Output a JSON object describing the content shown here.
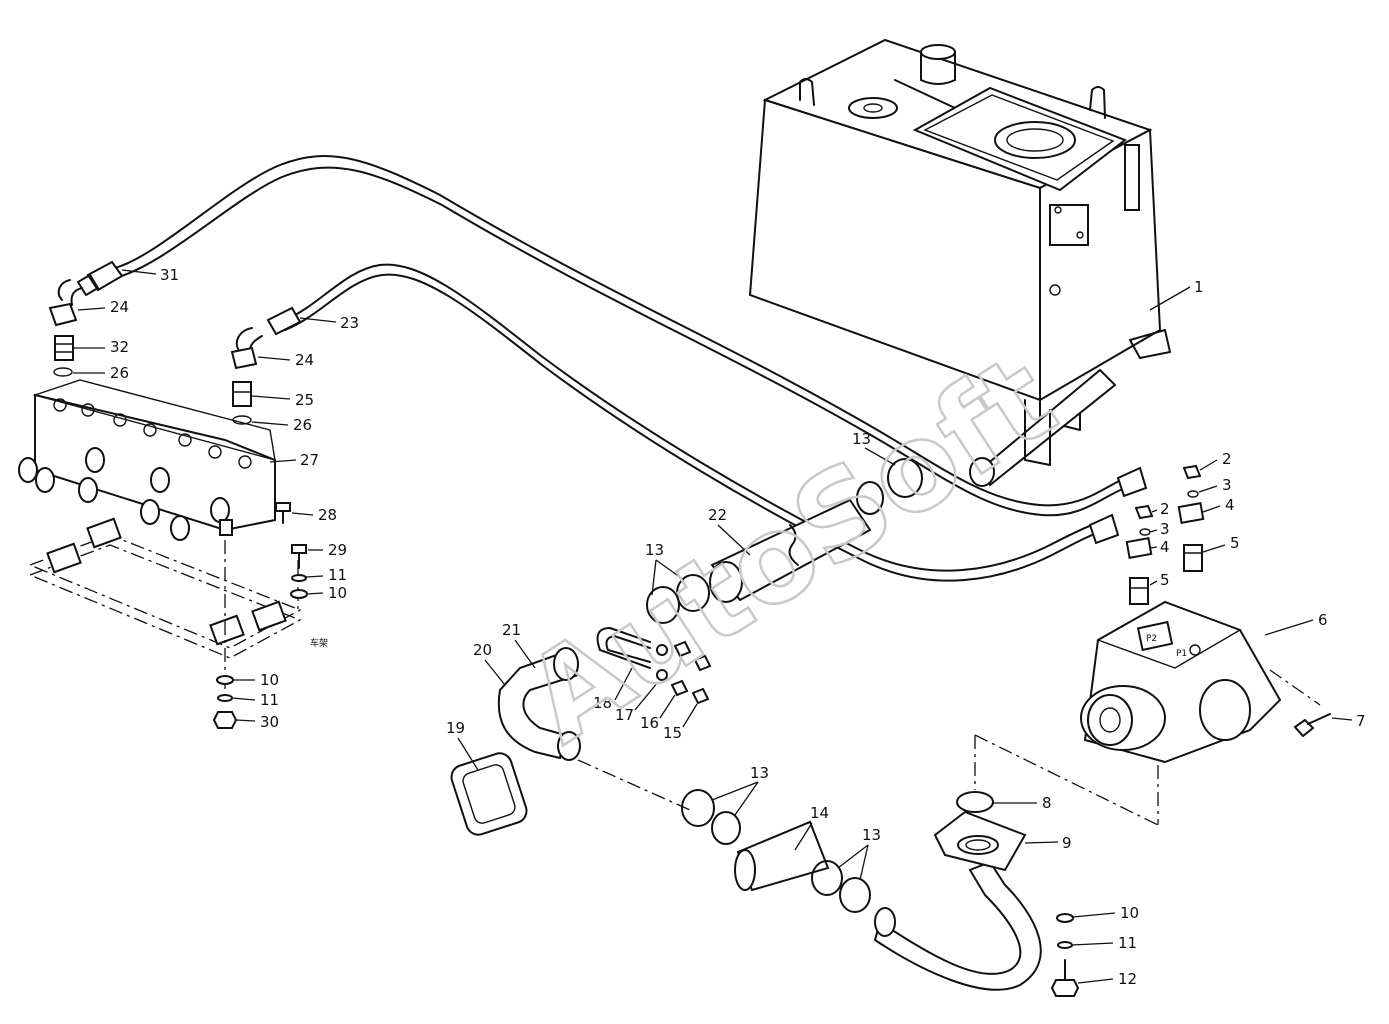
{
  "watermark": "AutoSoft",
  "frame_label": "车架",
  "port_labels": {
    "p1": "P1",
    "p2": "P2"
  },
  "callouts": {
    "c1": "1",
    "c2a": "2",
    "c2b": "2",
    "c3a": "3",
    "c3b": "3",
    "c4a": "4",
    "c4b": "4",
    "c5a": "5",
    "c5b": "5",
    "c6": "6",
    "c7": "7",
    "c8": "8",
    "c9": "9",
    "c10a": "10",
    "c10b": "10",
    "c10c": "10",
    "c11a": "11",
    "c11b": "11",
    "c11c": "11",
    "c12": "12",
    "c13a": "13",
    "c13b": "13",
    "c13c": "13",
    "c13d": "13",
    "c14": "14",
    "c15": "15",
    "c16": "16",
    "c17": "17",
    "c18": "18",
    "c19": "19",
    "c20": "20",
    "c21": "21",
    "c22": "22",
    "c23": "23",
    "c24a": "24",
    "c24b": "24",
    "c25": "25",
    "c26a": "26",
    "c26b": "26",
    "c27": "27",
    "c28": "28",
    "c29": "29",
    "c30": "30",
    "c31": "31",
    "c32": "32"
  }
}
